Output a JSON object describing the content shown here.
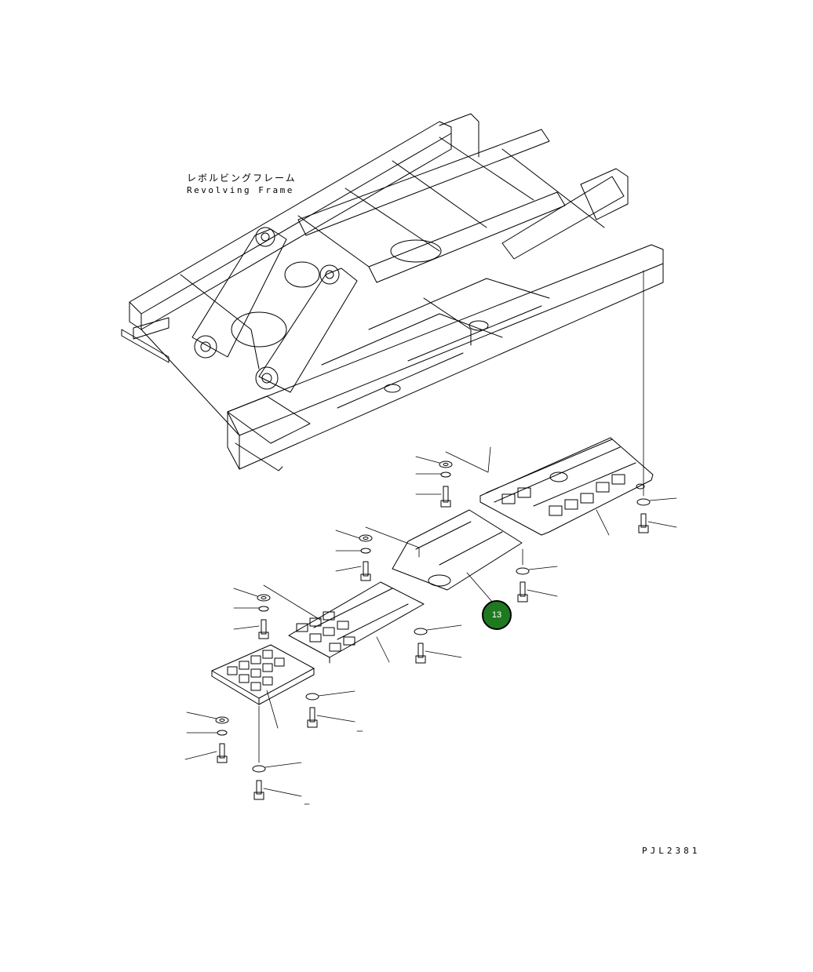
{
  "frame_label": {
    "japanese": "レボルビングフレーム",
    "english": "Revolving Frame"
  },
  "callout": {
    "number": "13",
    "color": "#1f7a1f"
  },
  "drawing_number": "PJL2381",
  "colors": {
    "line": "#000000",
    "background": "#ffffff"
  }
}
